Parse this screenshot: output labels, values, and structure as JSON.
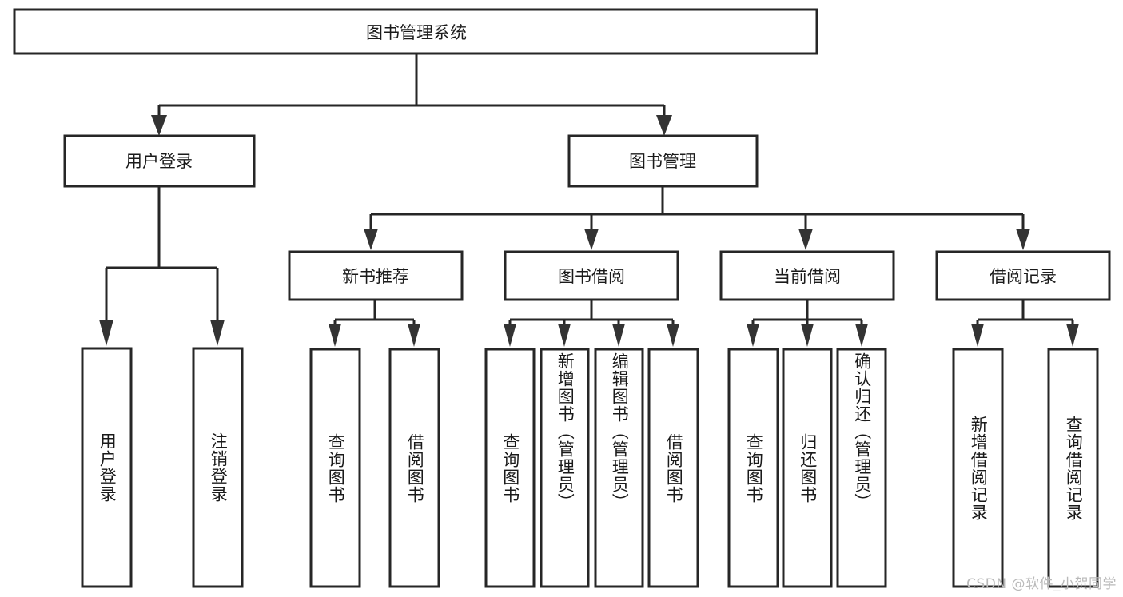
{
  "diagram": {
    "title": "图书管理系统",
    "type": "tree",
    "orientation": "top-down",
    "colors": {
      "box_fill": "#ffffff",
      "box_stroke": "#262626",
      "edge": "#262626",
      "arrow": "#333333",
      "text": "#1a1a1a",
      "watermark": "#b9b9b9",
      "background": "#ffffff"
    },
    "levels": {
      "level1": [
        "图书管理系统"
      ],
      "level2": [
        "用户登录",
        "图书管理"
      ],
      "level3": [
        "新书推荐",
        "图书借阅",
        "当前借阅",
        "借阅记录"
      ],
      "level4": [
        "用户登录",
        "注销登录",
        "查询图书",
        "借阅图书",
        "查询图书",
        "新增图书（管理员）",
        "编辑图书（管理员）",
        "借阅图书",
        "查询图书",
        "归还图书",
        "确认归还（管理员）",
        "新增借阅记录",
        "查询借阅记录"
      ]
    },
    "nodes": {
      "root": {
        "label": "图书管理系统"
      },
      "user_login": {
        "label": "用户登录"
      },
      "book_manage": {
        "label": "图书管理"
      },
      "new_book_rec": {
        "label": "新书推荐"
      },
      "book_borrow": {
        "label": "图书借阅"
      },
      "current_borrow": {
        "label": "当前借阅"
      },
      "borrow_record": {
        "label": "借阅记录"
      },
      "leaf_user_login": {
        "label": "用户登录"
      },
      "leaf_logout": {
        "label": "注销登录"
      },
      "leaf_query_book_1": {
        "label": "查询图书"
      },
      "leaf_borrow_book_1": {
        "label": "借阅图书"
      },
      "leaf_query_book_2": {
        "label": "查询图书"
      },
      "leaf_add_book": {
        "label": "新增图书（管理员）"
      },
      "leaf_edit_book": {
        "label": "编辑图书（管理员）"
      },
      "leaf_borrow_book_2": {
        "label": "借阅图书"
      },
      "leaf_query_book_3": {
        "label": "查询图书"
      },
      "leaf_return_book": {
        "label": "归还图书"
      },
      "leaf_confirm_return": {
        "label": "确认归还（管理员）"
      },
      "leaf_add_record": {
        "label": "新增借阅记录"
      },
      "leaf_query_record": {
        "label": "查询借阅记录"
      }
    },
    "watermark": "CSDN @软件_小贺同学"
  }
}
